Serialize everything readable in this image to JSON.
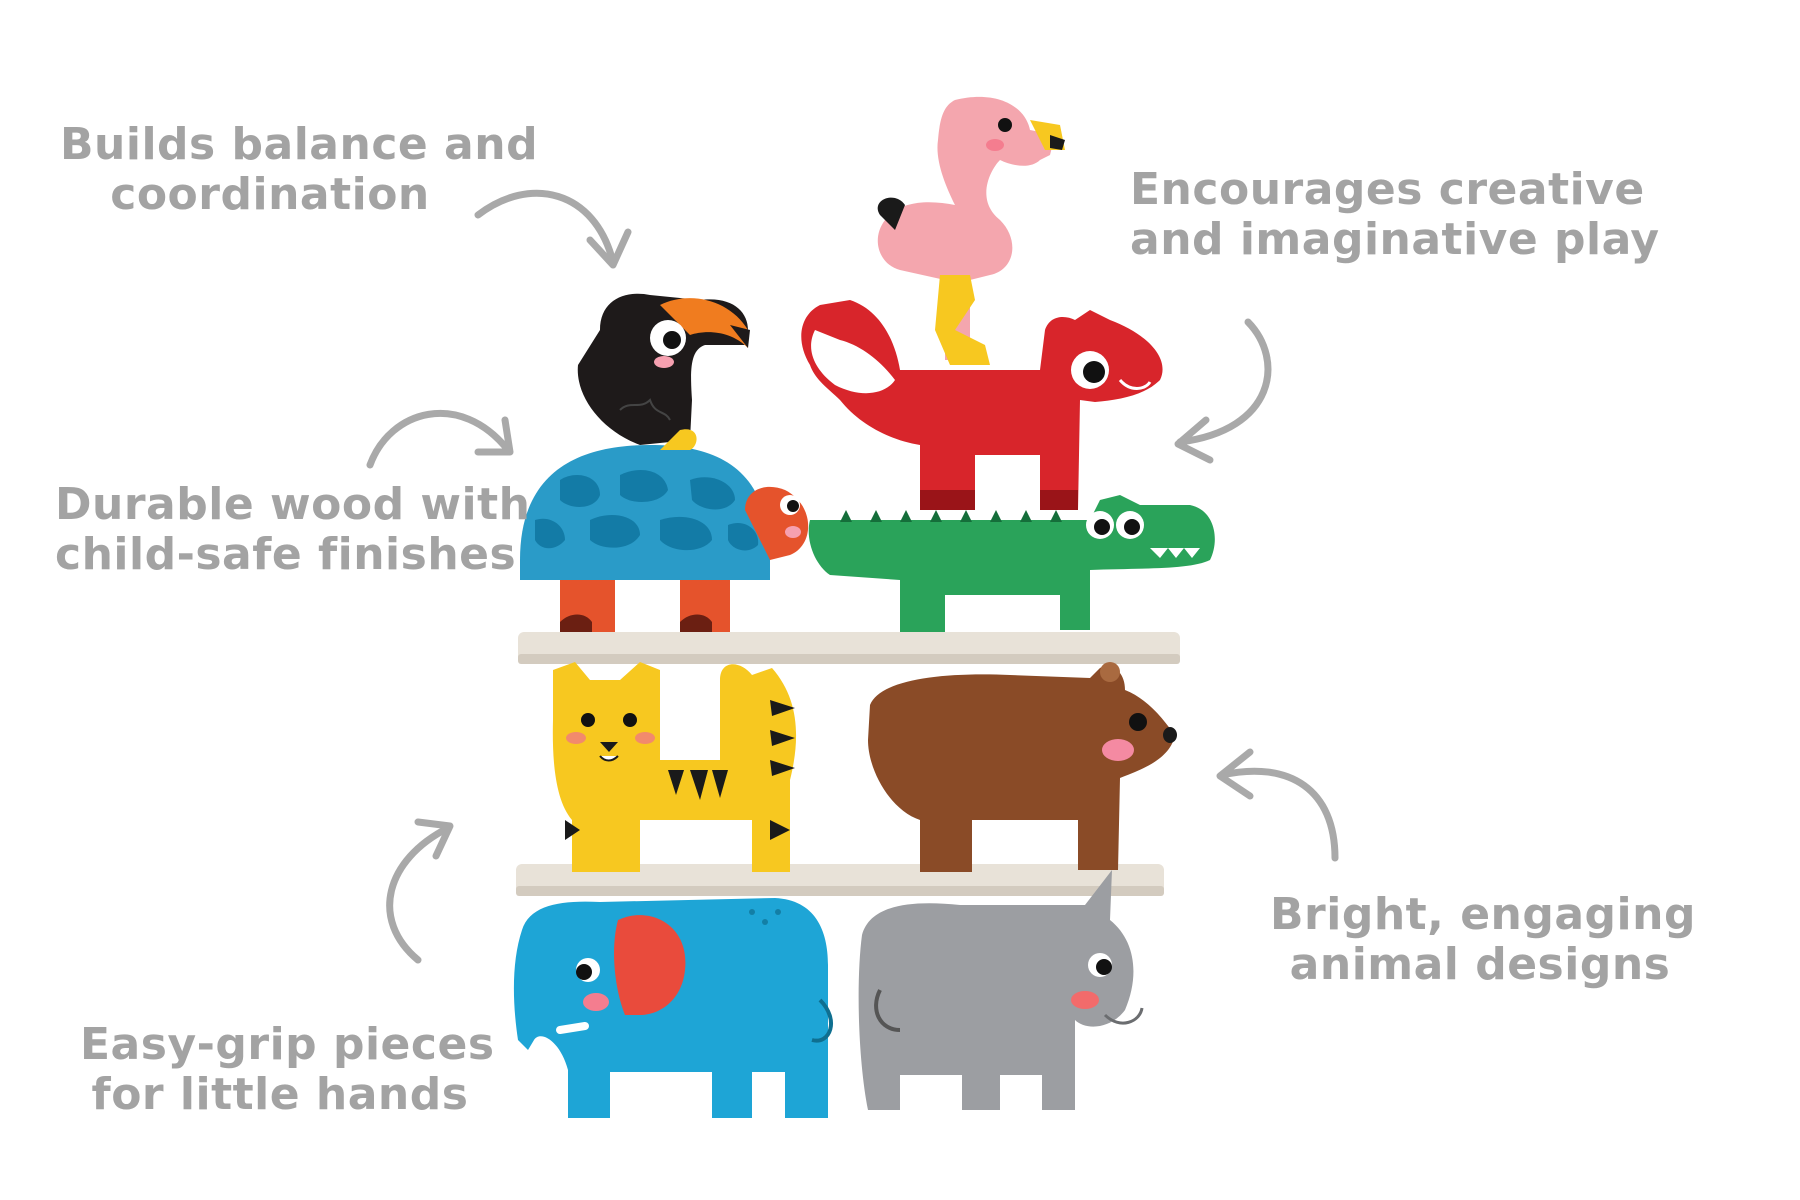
{
  "captions": {
    "balance": {
      "line1": "Builds balance and",
      "line2": "coordination"
    },
    "durable": {
      "line1": "Durable wood with",
      "line2": "child-safe finishes"
    },
    "easygrip": {
      "line1": "Easy-grip pieces",
      "line2": "for little hands"
    },
    "creative": {
      "line1": "Encourages creative",
      "line2": "and imaginative play"
    },
    "bright": {
      "line1": "Bright, engaging",
      "line2": "animal designs"
    }
  },
  "colors": {
    "caption_text": "#a3a3a3",
    "arrow": "#a9a9a9",
    "wood_board": "#e8e2d8",
    "toucan": "#1e1a1a",
    "turtle_shell": "#2a9bc8",
    "turtle_skin": "#e5532c",
    "flamingo": "#f4a6ae",
    "fox": "#d8252b",
    "crocodile": "#2aa35a",
    "tiger": "#f7c820",
    "bear": "#8a4b27",
    "elephant": "#1ea5d6",
    "rhino": "#9c9ea2"
  },
  "toy_pieces": [
    "toucan-figure",
    "turtle-figure",
    "flamingo-figure",
    "fox-figure",
    "crocodile-figure",
    "tiger-figure",
    "bear-figure",
    "elephant-figure",
    "rhino-figure"
  ]
}
